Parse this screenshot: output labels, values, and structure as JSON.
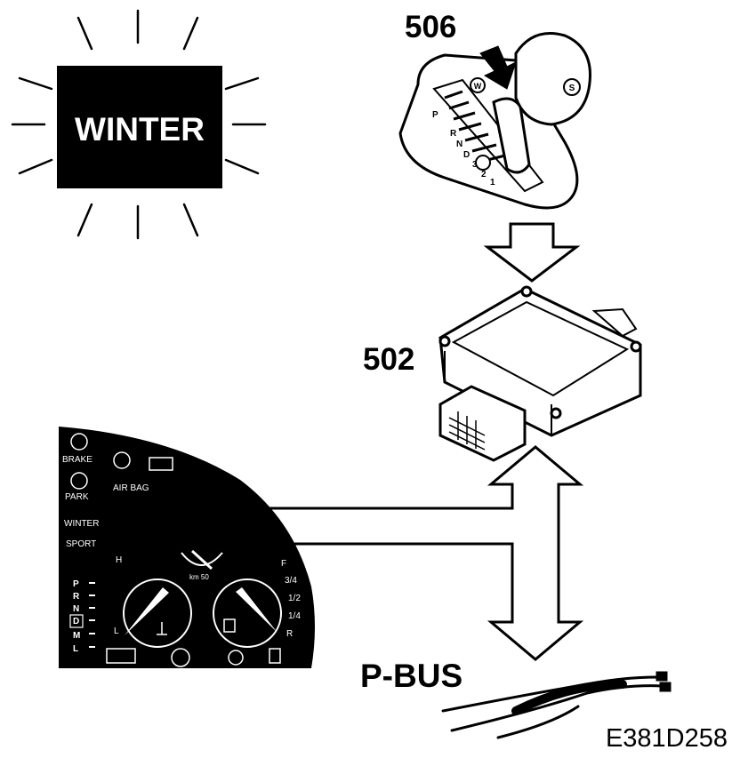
{
  "winter_lamp": {
    "label": "WINTER"
  },
  "callouts": {
    "selector": "506",
    "control_module": "502",
    "bus": "P-BUS"
  },
  "figure_code": "E381D258",
  "selector_marks": {
    "winter_button": "W",
    "sport_button": "S",
    "gears": [
      "P",
      "R",
      "N",
      "D",
      "3",
      "2",
      "1"
    ]
  },
  "cluster": {
    "warning_labels": [
      "BRAKE",
      "PARK",
      "AIR BAG",
      "WINTER",
      "SPORT"
    ],
    "gear_indicator": [
      "P",
      "R",
      "N",
      "D",
      "M",
      "L"
    ],
    "temp_scale": {
      "high": "H",
      "low": "L"
    },
    "fuel_scale": {
      "full": "F",
      "three_quarter": "3/4",
      "half": "1/2",
      "quarter": "1/4",
      "reserve": "R"
    },
    "speed_unit": "km 50"
  },
  "colors": {
    "ink": "#000000",
    "paper": "#ffffff"
  }
}
